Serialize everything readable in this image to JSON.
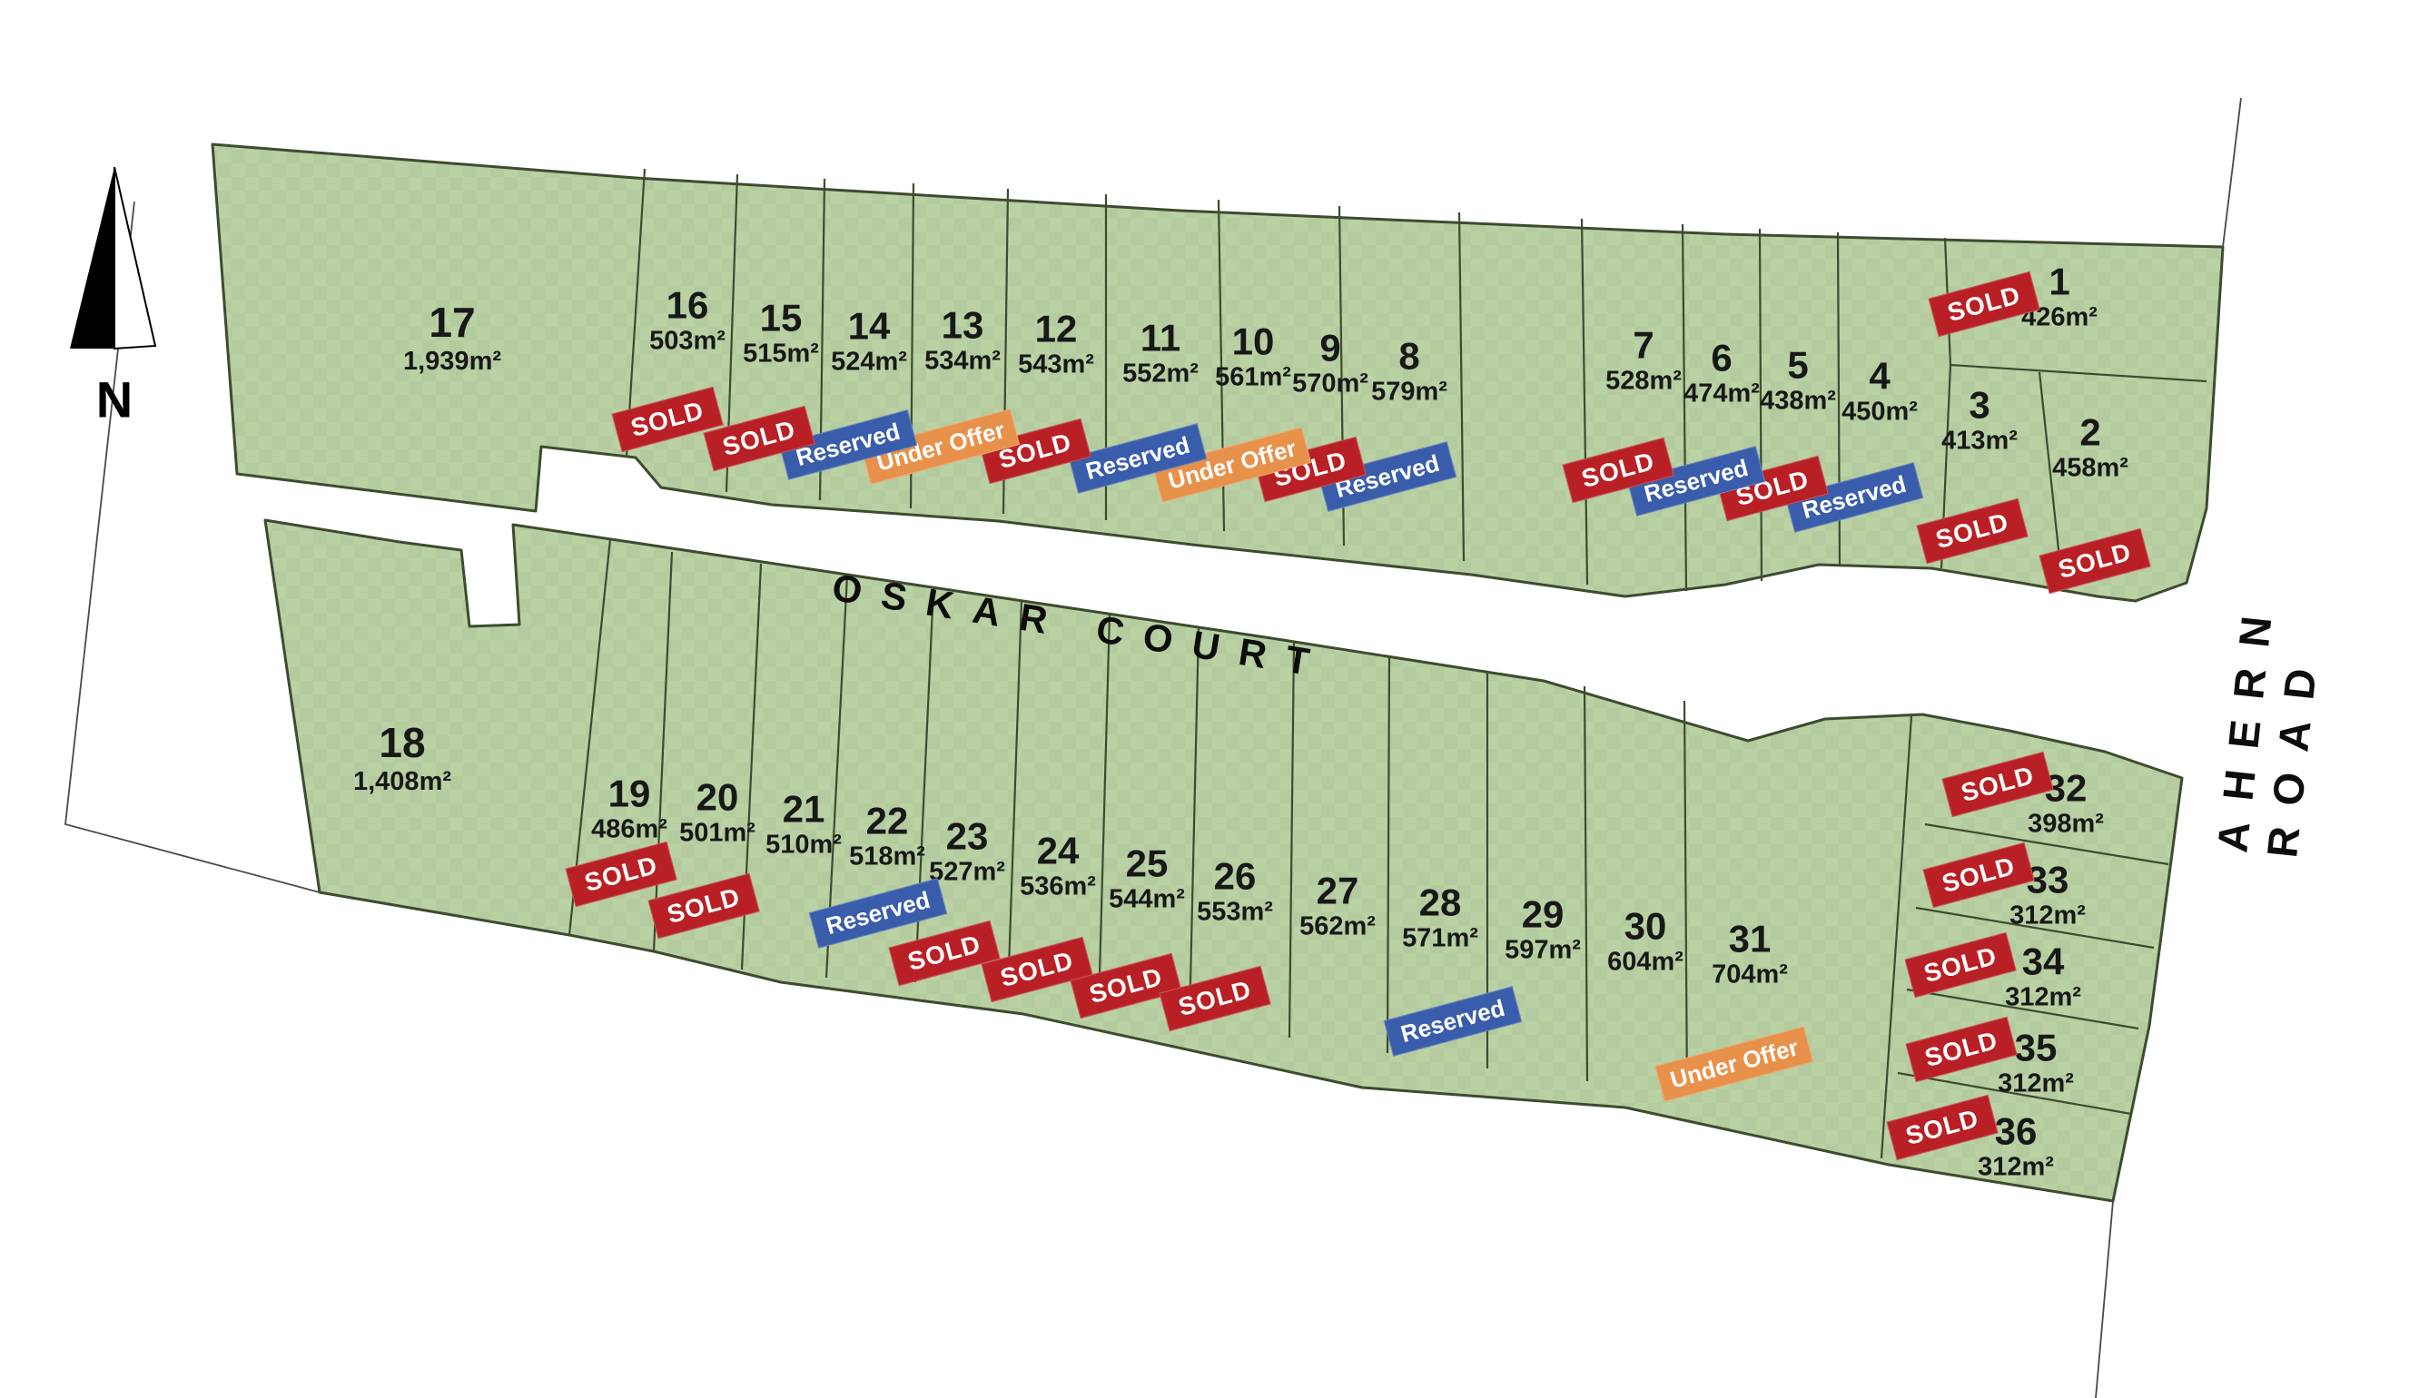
{
  "compass": {
    "north_label": "N"
  },
  "roads": {
    "court_name": "OSKAR COURT",
    "side_road_name": "AHERN ROAD"
  },
  "status_labels": {
    "sold": "SOLD",
    "reserved": "Reserved",
    "under_offer": "Under Offer"
  },
  "status_colors": {
    "sold": "#b92025",
    "reserved": "#3a5dab",
    "under_offer": "#e8914a",
    "lot_fill": "#b9d1a3",
    "boundary": "#3d4b2f"
  },
  "lots": [
    {
      "number": "1",
      "area": "426m²",
      "status": "sold"
    },
    {
      "number": "2",
      "area": "458m²",
      "status": "sold"
    },
    {
      "number": "3",
      "area": "413m²",
      "status": "sold"
    },
    {
      "number": "4",
      "area": "450m²",
      "status": "reserved"
    },
    {
      "number": "5",
      "area": "438m²",
      "status": "sold"
    },
    {
      "number": "6",
      "area": "474m²",
      "status": "reserved"
    },
    {
      "number": "7",
      "area": "528m²",
      "status": "sold"
    },
    {
      "number": "8",
      "area": "579m²",
      "status": "reserved"
    },
    {
      "number": "9",
      "area": "570m²",
      "status": "sold"
    },
    {
      "number": "10",
      "area": "561m²",
      "status": "under_offer"
    },
    {
      "number": "11",
      "area": "552m²",
      "status": "reserved"
    },
    {
      "number": "12",
      "area": "543m²",
      "status": "sold"
    },
    {
      "number": "13",
      "area": "534m²",
      "status": "under_offer"
    },
    {
      "number": "14",
      "area": "524m²",
      "status": "reserved"
    },
    {
      "number": "15",
      "area": "515m²",
      "status": "sold"
    },
    {
      "number": "16",
      "area": "503m²",
      "status": "sold"
    },
    {
      "number": "17",
      "area": "1,939m²",
      "status": null
    },
    {
      "number": "18",
      "area": "1,408m²",
      "status": null
    },
    {
      "number": "19",
      "area": "486m²",
      "status": "sold"
    },
    {
      "number": "20",
      "area": "501m²",
      "status": "sold"
    },
    {
      "number": "21",
      "area": "510m²",
      "status": null
    },
    {
      "number": "22",
      "area": "518m²",
      "status": "reserved"
    },
    {
      "number": "23",
      "area": "527m²",
      "status": "sold"
    },
    {
      "number": "24",
      "area": "536m²",
      "status": "sold"
    },
    {
      "number": "25",
      "area": "544m²",
      "status": "sold"
    },
    {
      "number": "26",
      "area": "553m²",
      "status": "sold"
    },
    {
      "number": "27",
      "area": "562m²",
      "status": null
    },
    {
      "number": "28",
      "area": "571m²",
      "status": "reserved"
    },
    {
      "number": "29",
      "area": "597m²",
      "status": null
    },
    {
      "number": "30",
      "area": "604m²",
      "status": null
    },
    {
      "number": "31",
      "area": "704m²",
      "status": "under_offer"
    },
    {
      "number": "32",
      "area": "398m²",
      "status": "sold"
    },
    {
      "number": "33",
      "area": "312m²",
      "status": "sold"
    },
    {
      "number": "34",
      "area": "312m²",
      "status": "sold"
    },
    {
      "number": "35",
      "area": "312m²",
      "status": "sold"
    },
    {
      "number": "36",
      "area": "312m²",
      "status": "sold"
    }
  ]
}
